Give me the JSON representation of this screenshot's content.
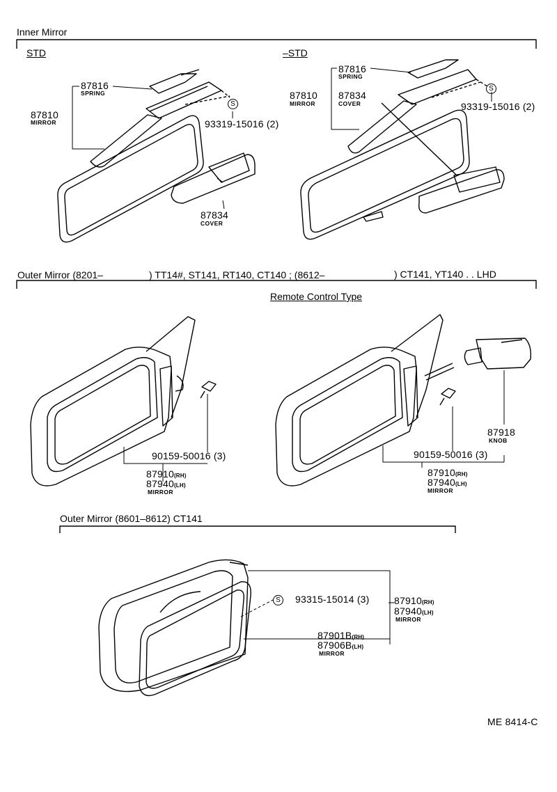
{
  "sections": {
    "inner_mirror": {
      "title": "Inner Mirror",
      "std": {
        "label": "STD",
        "spring_num": "87816",
        "spring_name": "SPRING",
        "mirror_num": "87810",
        "mirror_name": "MIRROR",
        "screw": "93319-15016 (2)",
        "cover_num": "87834",
        "cover_name": "COVER"
      },
      "nonstd": {
        "label": "–STD",
        "spring_num": "87816",
        "spring_name": "SPRING",
        "mirror_num": "87810",
        "mirror_name": "MIRROR",
        "cover_num": "87834",
        "cover_name": "COVER",
        "screw": "93319-15016 (2)"
      }
    },
    "outer_mirror_1": {
      "title_a": "Outer Mirror (8201–",
      "title_b": ") TT14#, ST141, RT140, CT140 ; (8612–",
      "title_c": ") CT141, YT140 . . LHD",
      "remote_label": "Remote Control Type",
      "left": {
        "screw": "90159-50016 (3)",
        "rh_num": "87910",
        "rh_tag": "(RH)",
        "lh_num": "87940",
        "lh_tag": "(LH)",
        "name": "MIRROR"
      },
      "right": {
        "knob_num": "87918",
        "knob_name": "KNOB",
        "screw": "90159-50016 (3)",
        "rh_num": "87910",
        "rh_tag": "(RH)",
        "lh_num": "87940",
        "lh_tag": "(LH)",
        "name": "MIRROR"
      }
    },
    "outer_mirror_2": {
      "title": "Outer Mirror (8601–8612) CT141",
      "screw": "93315-15014 (3)",
      "assy_rh_num": "87910",
      "assy_rh_tag": "(RH)",
      "assy_lh_num": "87940",
      "assy_lh_tag": "(LH)",
      "assy_name": "MIRROR",
      "glass_rh_num": "87901B",
      "glass_rh_tag": "(RH)",
      "glass_lh_num": "87906B",
      "glass_lh_tag": "(LH)",
      "glass_name": "MIRROR"
    }
  },
  "symbols": {
    "s_mark": "S"
  },
  "footer": {
    "code": "ME 8414-C"
  }
}
